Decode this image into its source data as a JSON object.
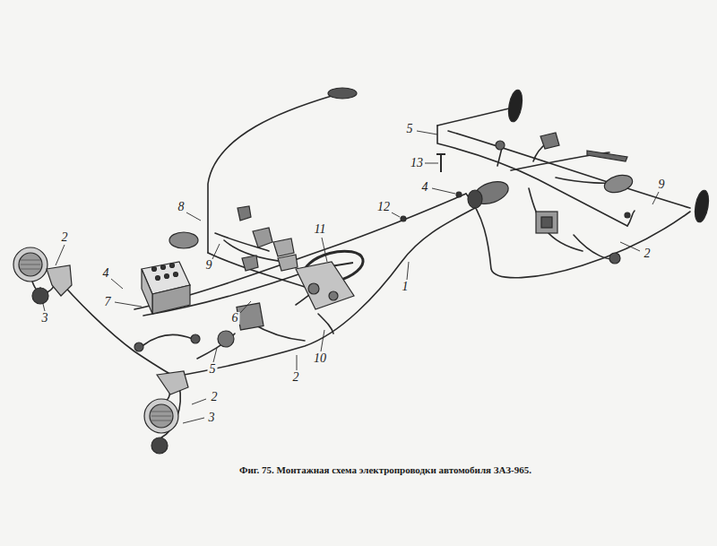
{
  "diagram": {
    "caption": "Фиг. 75. Монтажная схема электропроводки автомобиля ЗАЗ-965.",
    "labels": [
      "2",
      "3",
      "4",
      "7",
      "6",
      "8",
      "9",
      "11",
      "12",
      "4",
      "5",
      "13",
      "9",
      "2",
      "1",
      "10",
      "2",
      "5",
      "2",
      "3"
    ]
  }
}
